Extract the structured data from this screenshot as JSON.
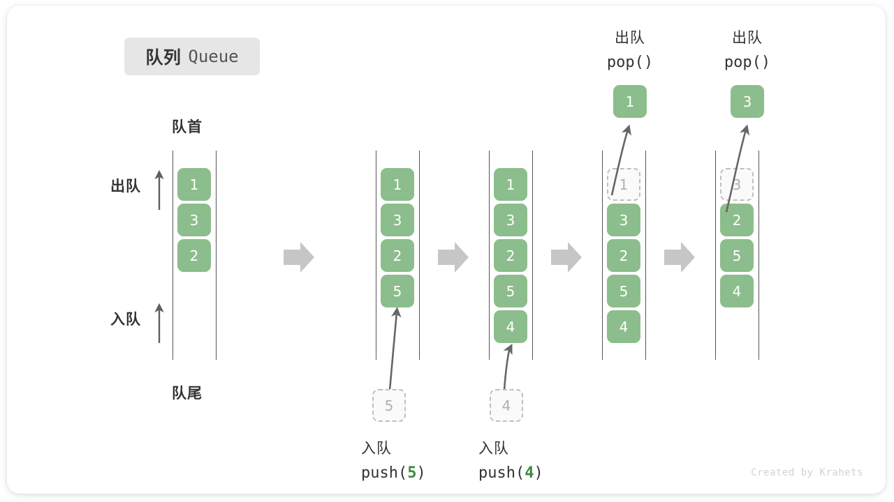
{
  "title": {
    "cn": "队列",
    "en": "Queue"
  },
  "labels": {
    "front": "队首",
    "rear": "队尾",
    "pop_side": "出队",
    "push_side": "入队"
  },
  "colors": {
    "box_fill": "#8cbd8c",
    "box_text": "#ffffff",
    "ghost_fill": "#fafafa",
    "ghost_border": "#bfbfbf",
    "ghost_text": "#b0b0b0",
    "rail": "#555555",
    "arrow": "#666666",
    "step_arrow": "#c6c6c6",
    "accent_green": "#3c8a42",
    "badge_bg": "#e6e6e6",
    "text": "#333333"
  },
  "credit": "Created by Krahets",
  "columns": [
    {
      "id": "initial",
      "items": [
        {
          "value": "1",
          "state": "filled"
        },
        {
          "value": "3",
          "state": "filled"
        },
        {
          "value": "2",
          "state": "filled"
        }
      ],
      "caption": null,
      "float_box": null
    },
    {
      "id": "after-push-5",
      "items": [
        {
          "value": "1",
          "state": "filled"
        },
        {
          "value": "3",
          "state": "filled"
        },
        {
          "value": "2",
          "state": "filled"
        },
        {
          "value": "5",
          "state": "filled"
        }
      ],
      "caption": {
        "cn": "入队",
        "code_prefix": "push(",
        "arg": "5",
        "code_suffix": ")"
      },
      "float_box": {
        "value": "5",
        "state": "ghost",
        "position": "below"
      }
    },
    {
      "id": "after-push-4",
      "items": [
        {
          "value": "1",
          "state": "filled"
        },
        {
          "value": "3",
          "state": "filled"
        },
        {
          "value": "2",
          "state": "filled"
        },
        {
          "value": "5",
          "state": "filled"
        },
        {
          "value": "4",
          "state": "filled"
        }
      ],
      "caption": {
        "cn": "入队",
        "code_prefix": "push(",
        "arg": "4",
        "code_suffix": ")"
      },
      "float_box": {
        "value": "4",
        "state": "ghost",
        "position": "below"
      }
    },
    {
      "id": "after-pop-1",
      "items": [
        {
          "value": "1",
          "state": "ghost"
        },
        {
          "value": "3",
          "state": "filled"
        },
        {
          "value": "2",
          "state": "filled"
        },
        {
          "value": "5",
          "state": "filled"
        },
        {
          "value": "4",
          "state": "filled"
        }
      ],
      "caption": {
        "cn": "出队",
        "code_prefix": "pop(",
        "arg": "",
        "code_suffix": ")"
      },
      "float_box": {
        "value": "1",
        "state": "filled",
        "position": "above"
      }
    },
    {
      "id": "after-pop-3",
      "items": [
        {
          "value": "3",
          "state": "ghost"
        },
        {
          "value": "2",
          "state": "filled"
        },
        {
          "value": "5",
          "state": "filled"
        },
        {
          "value": "4",
          "state": "filled"
        }
      ],
      "caption": {
        "cn": "出队",
        "code_prefix": "pop(",
        "arg": "",
        "code_suffix": ")"
      },
      "float_box": {
        "value": "3",
        "state": "filled",
        "position": "above"
      }
    }
  ],
  "step_arrows": 4
}
